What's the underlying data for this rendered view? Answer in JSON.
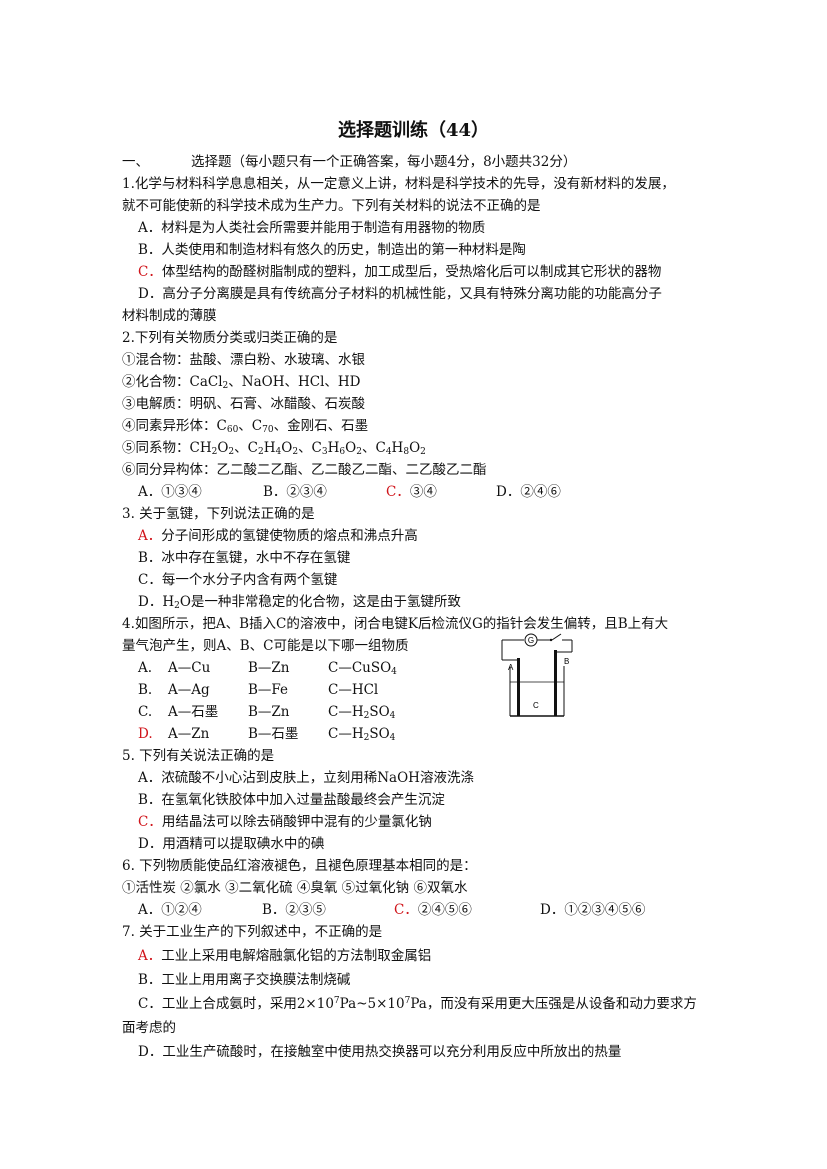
{
  "title": "选择题训练（44）",
  "section": {
    "num": "一、",
    "text": "选择题（每小题只有一个正确答案，每小题4分，8小题共32分）"
  },
  "q1": {
    "stem1": "1.化学与材料科学息息相关，从一定意义上讲，材料是科学技术的先导，没有新材料的发展，",
    "stem2": "就不可能使新的科学技术成为生产力。下列有关材料的说法不正确的是",
    "A": "A．材料是为人类社会所需要并能用于制造有用器物的物质",
    "B": "B．人类使用和制造材料有悠久的历史，制造出的第一种材料是陶",
    "C_mark": "C．",
    "C": "体型结构的酚醛树脂制成的塑料，加工成型后，受热熔化后可以制成其它形状的器物",
    "D1": "D．高分子分离膜是具有传统高分子材料的机械性能，又具有特殊分离功能的功能高分子",
    "D2": "材料制成的薄膜"
  },
  "q2": {
    "stem": "2.下列有关物质分类或归类正确的是",
    "l1": "①混合物：盐酸、漂白粉、水玻璃、水银",
    "l2a": "②化合物：CaCl",
    "l2sub": "2",
    "l2b": "、NaOH、HCl、HD",
    "l3": "③电解质：明矾、石膏、冰醋酸、石炭酸",
    "l4a": "④同素异形体：C",
    "l4s1": "60",
    "l4b": "、C",
    "l4s2": "70",
    "l4c": "、金刚石、石墨",
    "l5a": "⑤同系物：CH",
    "l5s1": "2",
    "l5b": "O",
    "l5s2": "2",
    "l5c": "、C",
    "l5s3": "2",
    "l5d": "H",
    "l5s4": "4",
    "l5e": "O",
    "l5s5": "2",
    "l5f": "、C",
    "l5s6": "3",
    "l5g": "H",
    "l5s7": "6",
    "l5h": "O",
    "l5s8": "2",
    "l5i": "、C",
    "l5s9": "4",
    "l5j": "H",
    "l5s10": "8",
    "l5k": "O",
    "l5s11": "2",
    "l6": "⑥同分异构体：乙二酸二乙酯、乙二酸乙二酯、二乙酸乙二酯",
    "A": "A．①③④",
    "B": "B．②③④",
    "C_mark": "C．",
    "C": "③④",
    "D": "D．②④⑥"
  },
  "q3": {
    "stem": "3.  关于氢键，下列说法正确的是",
    "A_mark": "A．",
    "A": "分子间形成的氢键使物质的熔点和沸点升高",
    "B": "B．冰中存在氢键，水中不存在氢键",
    "C": "C．每一个水分子内含有两个氢键",
    "Da": "D．H",
    "Dsub": "2",
    "Db": "O是一种非常稳定的化合物，这是由于氢键所致"
  },
  "q4": {
    "stem1": "4.如图所示，把A、B插入C的溶液中，闭合电键K后检流仪G的指针会发生偏转，且B上有大",
    "stem2": "量气泡产生，则A、B、C可能是以下哪一组物质",
    "rows": [
      {
        "mark": "A.",
        "a": "A—Cu",
        "b": "B—Zn",
        "c": "C—CuSO",
        "csub": "4"
      },
      {
        "mark": "B.",
        "a": "A—Ag",
        "b": "B—Fe",
        "c": "C—HCl",
        "csub": ""
      },
      {
        "mark": "C.",
        "a": "A—石墨",
        "b": "B—Zn",
        "c": "C—H",
        "csub": "2",
        "c2": "SO",
        "csub2": "4"
      },
      {
        "mark": "D.",
        "a": "A—Zn",
        "b": "B—石墨",
        "c": "C—H",
        "csub": "2",
        "c2": "SO",
        "csub2": "4"
      }
    ],
    "fig": {
      "g": "G",
      "a": "A",
      "b": "B",
      "c": "C"
    }
  },
  "q5": {
    "stem": "5.  下列有关说法正确的是",
    "A": "A．浓硫酸不小心沾到皮肤上，立刻用稀NaOH溶液洗涤",
    "B": "B．在氢氧化铁胶体中加入过量盐酸最终会产生沉淀",
    "C_mark": "C．",
    "C": "用结晶法可以除去硝酸钾中混有的少量氯化钠",
    "D": "D．用酒精可以提取碘水中的碘"
  },
  "q6": {
    "stem": "6.  下列物质能使品红溶液褪色，且褪色原理基本相同的是：",
    "items": "①活性炭   ②氯水   ③二氧化硫   ④臭氧   ⑤过氧化钠   ⑥双氧水",
    "A": "A．①②④",
    "B": "B．②③⑤",
    "C_mark": "C．",
    "C": "②④⑤⑥",
    "D": "D．①②③④⑤⑥"
  },
  "q7": {
    "stem": "7.  关于工业生产的下列叙述中，不正确的是",
    "A_mark": "A．",
    "A": "工业上采用电解熔融氯化铝的方法制取金属铝",
    "B": "B．工业上用用离子交换膜法制烧碱",
    "C1a": "C．工业上合成氨时，采用2×10",
    "C1sup1": "7",
    "C1b": "Pa",
    "C1c": "~5×10",
    "C1sup2": "7",
    "C1d": "Pa，而没有采用更大压强是从设备和动力要求方",
    "C2": "面考虑的",
    "D": "D．工业生产硫酸时，在接触室中使用热交换器可以充分利用反应中所放出的热量"
  }
}
